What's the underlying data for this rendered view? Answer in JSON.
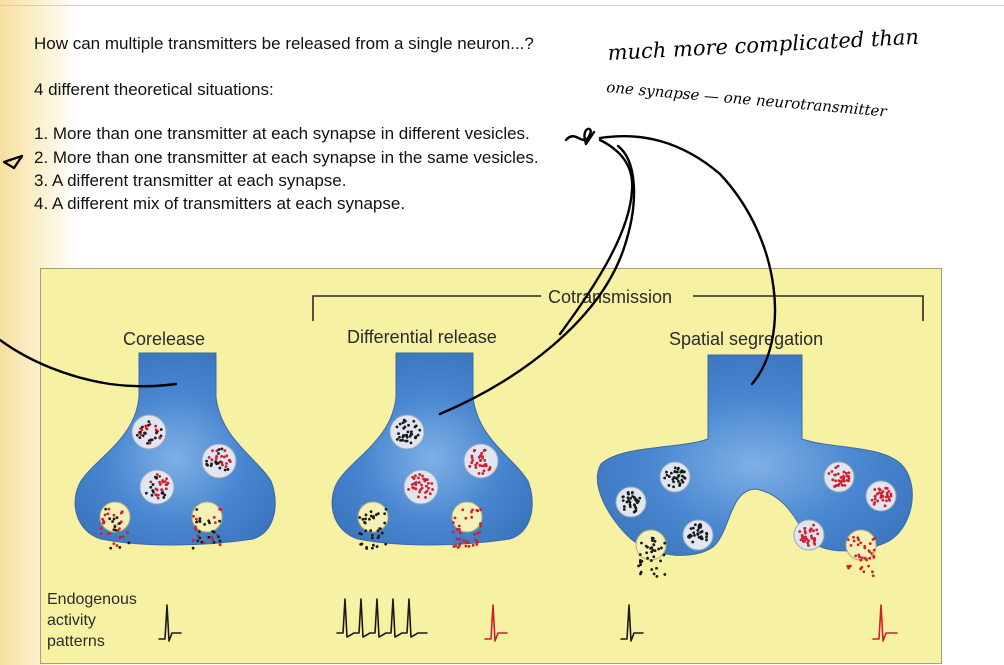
{
  "slide": {
    "question": "How can multiple transmitters be released from a single neuron...?",
    "subtitle": "4 different theoretical situations:",
    "items": [
      "1. More than one transmitter at each synapse in different vesicles.",
      "2. More than one transmitter at each synapse in the same vesicles.",
      "3. A different transmitter at each synapse.",
      "4. A different mix of transmitters at each synapse."
    ]
  },
  "figure": {
    "bracket_label": "Cotransmission",
    "panels": [
      "Corelease",
      "Differential release",
      "Spatial segregation"
    ],
    "endogenous_label": [
      "Endogenous",
      "activity",
      "patterns"
    ]
  },
  "annotation": {
    "line1": "much more complicated than",
    "line2": "one synapse — one neurotransmitter"
  },
  "colors": {
    "neuron": "#4a87d0",
    "figure_bg": "#f6f1a3",
    "vesicle": "#dfe6f0",
    "released_vesicle": "#f5f0b8",
    "transmitter_black": "#1a1a1a",
    "transmitter_red": "#d01e2c"
  }
}
